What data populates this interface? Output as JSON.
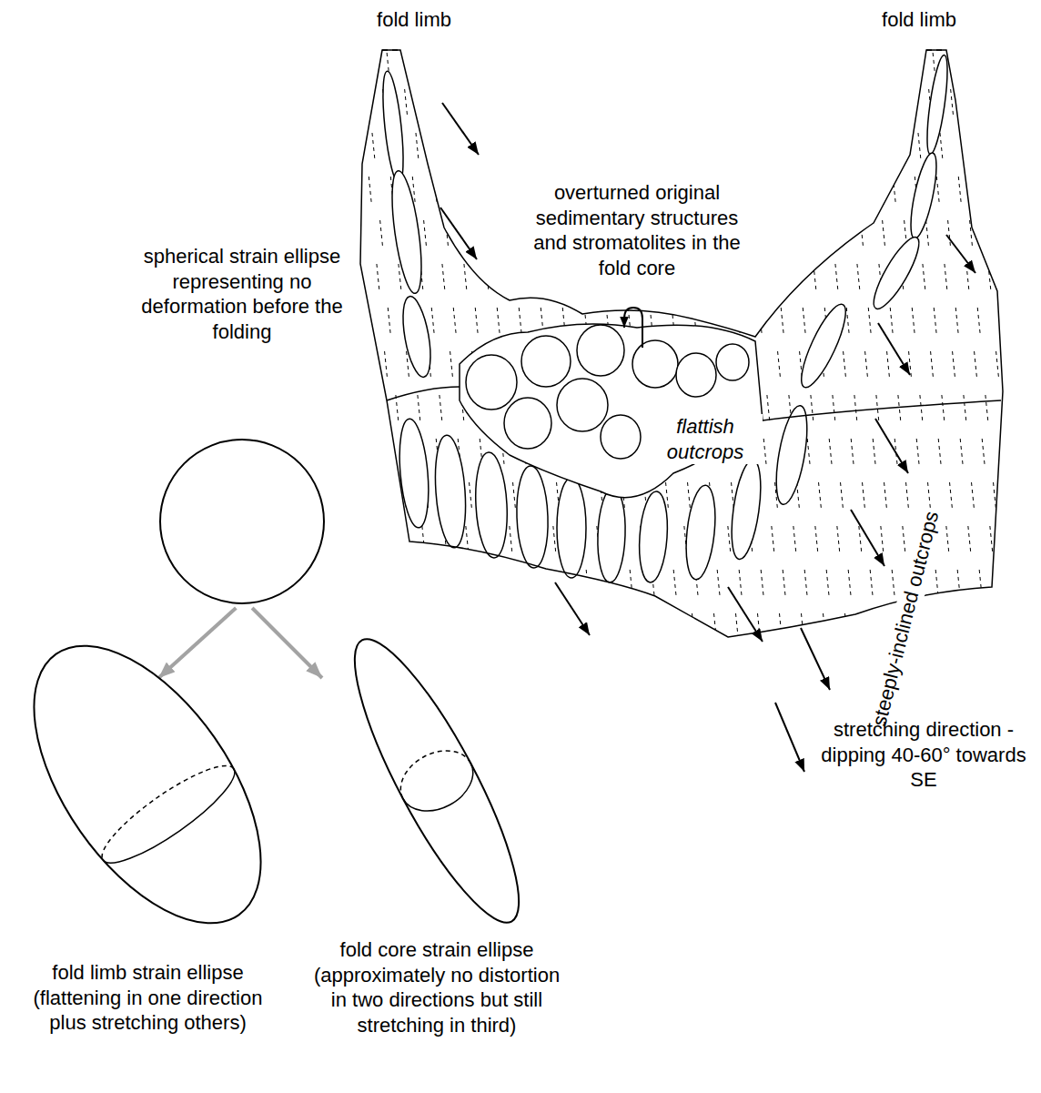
{
  "diagram": {
    "nodes": [
      {
        "text": [
          "spherical strain ellipse representing no deformation before the folding"
        ]
      },
      {
        "text": [
          "fold limb strain ellipse (flattening in one direction plus stretching others)"
        ]
      },
      {
        "text": [
          "fold core strain ellipse (approximately no distortion in two directions but still stretching in third)"
        ]
      }
    ],
    "edges": [
      {
        "from": 0,
        "to": 1,
        "arrow": "to"
      },
      {
        "from": 0,
        "to": 2,
        "arrow": "to"
      }
    ],
    "labels": [
      "fold limb",
      "fold limb",
      "overturned original sedimentary structures and stromatolites in the fold core",
      "flattish outcrops",
      "steeply-inclined outcrops"
    ],
    "legend": [
      {
        "text": "stretching direction - dipping 40-60° towards SE"
      }
    ]
  }
}
